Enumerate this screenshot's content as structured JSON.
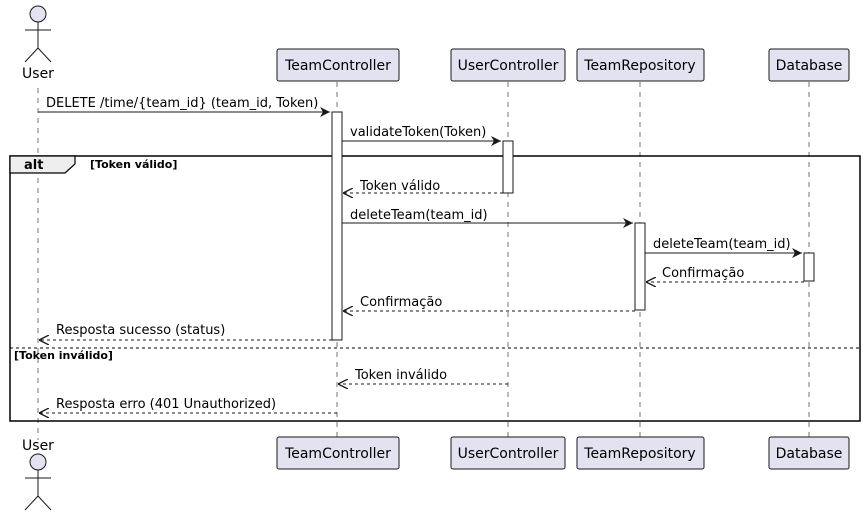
{
  "participants": {
    "user": "User",
    "team_controller": "TeamController",
    "user_controller": "UserController",
    "team_repository": "TeamRepository",
    "database": "Database"
  },
  "fragment": {
    "keyword": "alt",
    "guard_valid": "[Token válido]",
    "guard_invalid": "[Token inválido]"
  },
  "messages": {
    "m1": "DELETE /time/{team_id} (team_id, Token)",
    "m2": "validateToken(Token)",
    "m3": "Token válido",
    "m4": "deleteTeam(team_id)",
    "m5": "deleteTeam(team_id)",
    "m6": "Confirmação",
    "m7": "Confirmação",
    "m8": "Resposta sucesso (status)",
    "m9": "Token inválido",
    "m10": "Resposta erro (401 Unauthorized)"
  },
  "colors": {
    "participant_fill": "#E2E2F0",
    "participant_stroke": "#181818",
    "lifeline": "#181818",
    "activation_fill": "#ffffff"
  }
}
